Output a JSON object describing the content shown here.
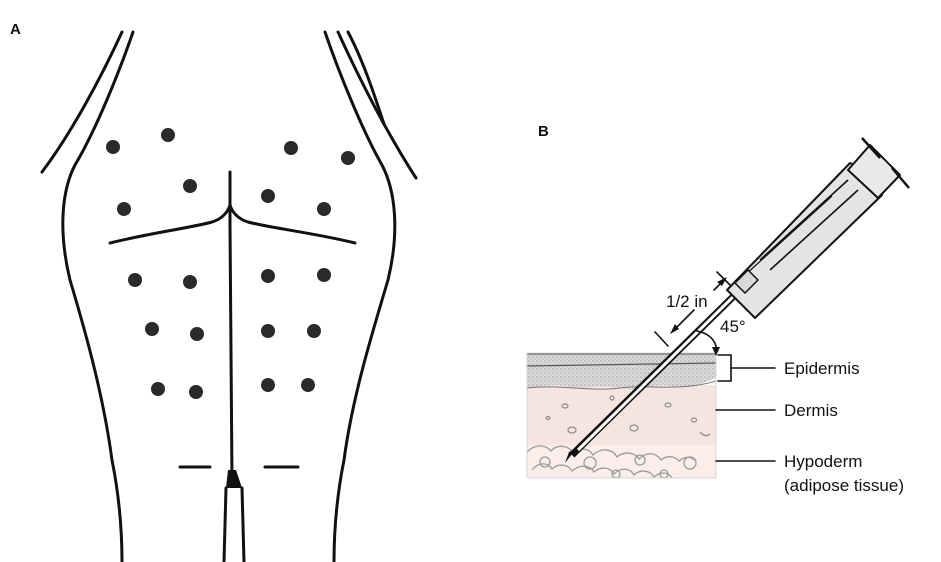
{
  "panel_a": {
    "letter": "A"
  },
  "panel_b": {
    "letter": "B",
    "depth_label": "1/2 in",
    "angle_label": "45°",
    "layers": {
      "epidermis": "Epidermis",
      "dermis": "Dermis",
      "hypoderm": "Hypoderm",
      "hypoderm_note": "(adipose tissue)"
    }
  },
  "colors": {
    "line": "#111111",
    "dot": "#2a2a2a",
    "epidermis": "#cfcfcf",
    "dermis": "#f6e4e0",
    "syringe": "#e6e6e6"
  }
}
